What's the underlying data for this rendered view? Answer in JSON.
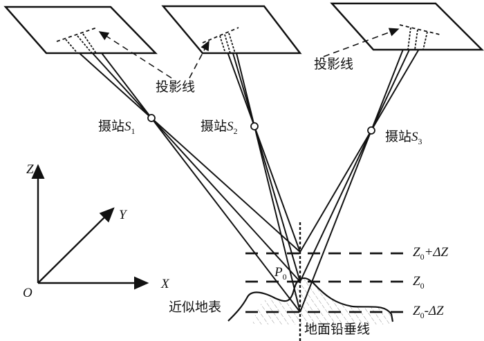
{
  "labels": {
    "station1": "摄站",
    "s1": "S",
    "s1_sub": "1",
    "station2": "摄站",
    "s2": "S",
    "s2_sub": "2",
    "station3": "摄站",
    "s3": "S",
    "s3_sub": "3",
    "projection_line_1": "投影线",
    "projection_line_2": "投影线",
    "approx_surface": "近似地表",
    "ground_plumb_line": "地面铅垂线",
    "p0": "P",
    "p0_sub": "0",
    "z_plus": "Z",
    "z_plus_sub": "0",
    "z_plus_rest": "+ΔZ",
    "z0": "Z",
    "z0_sub": "0",
    "z_minus": "Z",
    "z_minus_sub": "0",
    "z_minus_rest": "-ΔZ",
    "axis_z": "Z",
    "axis_y": "Y",
    "axis_x": "X",
    "origin": "O"
  }
}
